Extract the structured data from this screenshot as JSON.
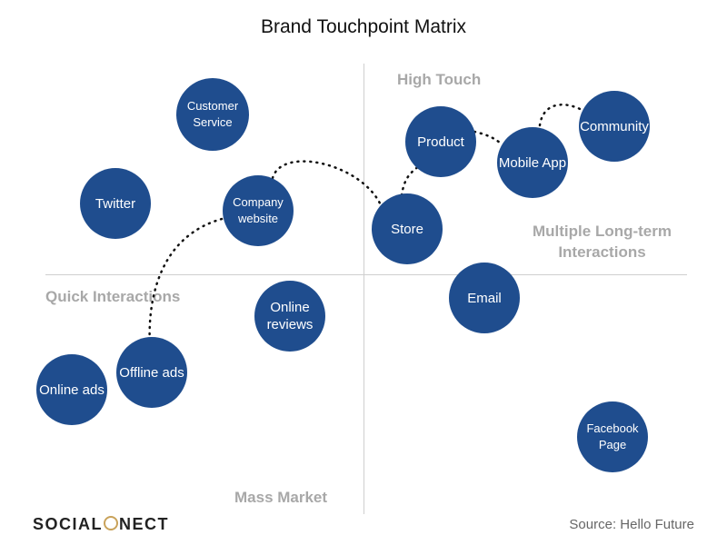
{
  "title": "Brand Touchpoint Matrix",
  "axis_labels": {
    "top": "High Touch",
    "right": "Multiple Long-term Interactions",
    "left": "Quick Interactions",
    "bottom": "Mass Market"
  },
  "nodes": {
    "customer_service": "Customer Service",
    "twitter": "Twitter",
    "company_website": "Company website",
    "product": "Product",
    "mobile_app": "Mobile App",
    "community": "Community",
    "store": "Store",
    "email": "Email",
    "online_reviews": "Online reviews",
    "online_ads": "Online ads",
    "offline_ads": "Offline ads",
    "facebook_page": "Facebook Page"
  },
  "brand": {
    "left": "SOCIAL",
    "right": "NECT"
  },
  "source": "Source: Hello Future",
  "colors": {
    "node": "#1f4d8e",
    "axis_label": "#a8a8a8",
    "brand_accent": "#c9a25a"
  }
}
